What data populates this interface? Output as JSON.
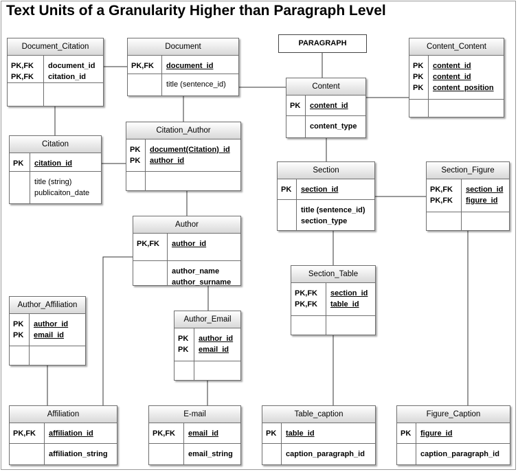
{
  "title": "Text Units of a Granularity Higher than Paragraph Level",
  "paragraph_label": "PARAGRAPH",
  "entities": {
    "document_citation": {
      "name": "Document_Citation",
      "keys": [
        "PK,FK",
        "PK,FK"
      ],
      "pk_attrs": [
        "document_id",
        "citation_id"
      ],
      "attrs": []
    },
    "document": {
      "name": "Document",
      "keys": [
        "PK,FK"
      ],
      "pk_attrs": [
        "document_id"
      ],
      "attrs": [
        "title (sentence_id)"
      ]
    },
    "citation": {
      "name": "Citation",
      "keys": [
        "PK"
      ],
      "pk_attrs": [
        "citation_id"
      ],
      "attrs": [
        "title (string)",
        "publicaiton_date"
      ]
    },
    "citation_author": {
      "name": "Citation_Author",
      "keys": [
        "PK",
        "PK"
      ],
      "pk_attrs": [
        "document(Citation)_id",
        "author_id"
      ],
      "attrs": []
    },
    "author": {
      "name": "Author",
      "keys": [
        "PK,FK"
      ],
      "pk_attrs": [
        "author_id"
      ],
      "attrs": [
        "author_name",
        "author_surname"
      ]
    },
    "author_affiliation": {
      "name": "Author_Affiliation",
      "keys": [
        "PK",
        "PK"
      ],
      "pk_attrs": [
        "author_id",
        "email_id"
      ],
      "attrs": []
    },
    "author_email": {
      "name": "Author_Email",
      "keys": [
        "PK",
        "PK"
      ],
      "pk_attrs": [
        "author_id",
        "email_id"
      ],
      "attrs": []
    },
    "affiliation": {
      "name": "Affiliation",
      "keys": [
        "PK,FK"
      ],
      "pk_attrs": [
        "affiliation_id"
      ],
      "attrs": [
        "affiliation_string"
      ]
    },
    "email": {
      "name": "E-mail",
      "keys": [
        "PK,FK"
      ],
      "pk_attrs": [
        "email_id"
      ],
      "attrs": [
        "email_string"
      ]
    },
    "content": {
      "name": "Content",
      "keys": [
        "PK"
      ],
      "pk_attrs": [
        "content_id"
      ],
      "attrs": [
        "content_type"
      ]
    },
    "content_content": {
      "name": "Content_Content",
      "keys": [
        "PK",
        "PK",
        "PK"
      ],
      "pk_attrs": [
        "content_id",
        "content_id",
        "content_position"
      ],
      "attrs": []
    },
    "section": {
      "name": "Section",
      "keys": [
        "PK"
      ],
      "pk_attrs": [
        "section_id"
      ],
      "attrs": [
        "title (sentence_id)",
        "section_type"
      ]
    },
    "section_figure": {
      "name": "Section_Figure",
      "keys": [
        "PK,FK",
        "PK,FK"
      ],
      "pk_attrs": [
        "section_id",
        "figure_id"
      ],
      "attrs": []
    },
    "section_table": {
      "name": "Section_Table",
      "keys": [
        "PK,FK",
        "PK,FK"
      ],
      "pk_attrs": [
        "section_id",
        "table_id"
      ],
      "attrs": []
    },
    "table_caption": {
      "name": "Table_caption",
      "keys": [
        "PK"
      ],
      "pk_attrs": [
        "table_id"
      ],
      "attrs": [
        "caption_paragraph_id"
      ]
    },
    "figure_caption": {
      "name": "Figure_Caption",
      "keys": [
        "PK"
      ],
      "pk_attrs": [
        "figure_id"
      ],
      "attrs": [
        "caption_paragraph_id"
      ]
    }
  }
}
